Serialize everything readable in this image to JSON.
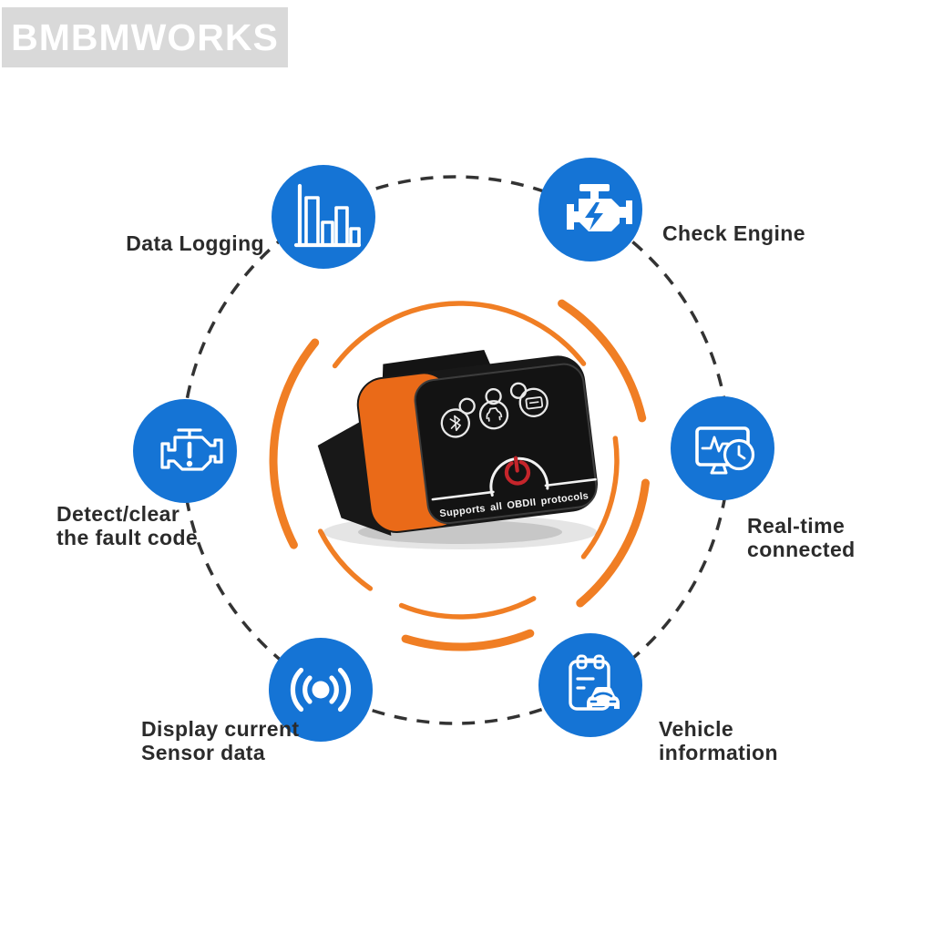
{
  "watermark": "BMBMWORKS",
  "features": [
    {
      "id": "data-logging",
      "icon": "bar-chart-icon",
      "label_lines": [
        "Data Logging"
      ]
    },
    {
      "id": "check-engine",
      "icon": "engine-bolt-icon",
      "label_lines": [
        "Check Engine"
      ]
    },
    {
      "id": "fault-code",
      "icon": "engine-alert-icon",
      "label_lines": [
        "Detect/clear",
        "the fault code"
      ]
    },
    {
      "id": "realtime",
      "icon": "monitor-clock-icon",
      "label_lines": [
        "Real-time",
        "connected"
      ]
    },
    {
      "id": "sensor-data",
      "icon": "signal-icon",
      "label_lines": [
        "Display current",
        "Sensor data"
      ]
    },
    {
      "id": "vehicle-info",
      "icon": "clipboard-car-icon",
      "label_lines": [
        "Vehicle",
        "information"
      ]
    }
  ],
  "device": {
    "front_text": "Supports all OBDII protocols",
    "face_icons": [
      "bluetooth-device-icon",
      "car-phone-icon",
      "car-tablet-icon"
    ]
  },
  "colors": {
    "icon_blue": "#1574d5",
    "arc_orange": "#f07e24",
    "device_orange": "#ea6a18",
    "dash_gray": "#333333",
    "label_color": "#2b2b2b",
    "power_red": "#c5252b",
    "watermark_bg": "#d9d9d9",
    "watermark_text": "#ffffff"
  }
}
